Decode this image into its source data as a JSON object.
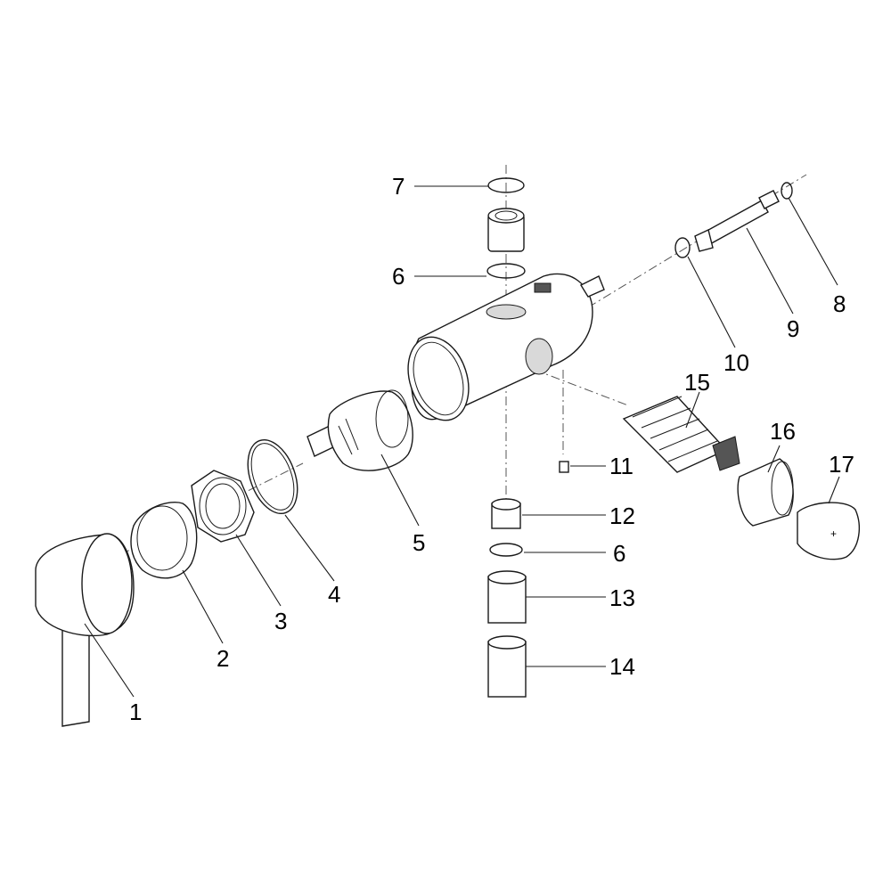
{
  "callouts": {
    "c1": "1",
    "c2": "2",
    "c3": "3",
    "c4": "4",
    "c5": "5",
    "c6a": "6",
    "c6b": "6",
    "c7": "7",
    "c8": "8",
    "c9": "9",
    "c10": "10",
    "c11": "11",
    "c12": "12",
    "c13": "13",
    "c14": "14",
    "c15": "15",
    "c16": "16",
    "c17": "17"
  },
  "colors": {
    "line": "#1a1a1a",
    "background": "#ffffff"
  }
}
